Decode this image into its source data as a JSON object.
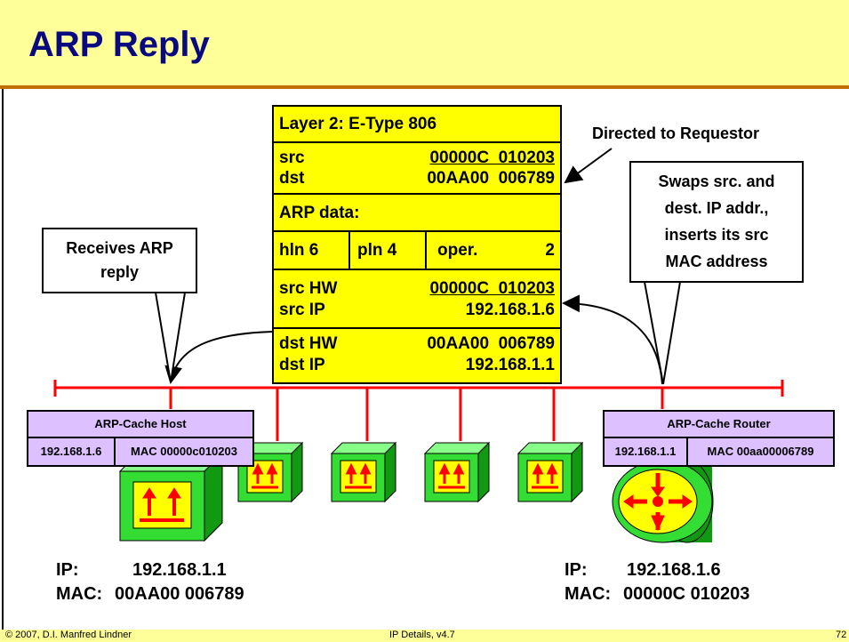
{
  "slide": {
    "title": "ARP Reply",
    "footer_left": "© 2007, D.I. Manfred Lindner",
    "footer_center": "IP Details, v4.7",
    "page_number": "72"
  },
  "packet": {
    "layer2": "Layer 2: E-Type 806",
    "src_label": "src",
    "src_value": "00000C  010203",
    "dst_label": "dst",
    "dst_value": "00AA00  006789",
    "arp_data": "ARP data:",
    "hln": "hln 6",
    "pln": "pln 4",
    "oper_label": "oper.",
    "oper_value": "2",
    "src_hw_label": "src HW",
    "src_hw_value": "00000C  010203",
    "src_ip_label": "src IP",
    "src_ip_value": "192.168.1.6",
    "dst_hw_label": "dst HW",
    "dst_hw_value": "00AA00  006789",
    "dst_ip_label": "dst IP",
    "dst_ip_value": "192.168.1.1"
  },
  "annotations": {
    "directed": "Directed to Requestor",
    "receives_line1": "Receives ARP",
    "receives_line2": "reply",
    "swaps_line1": "Swaps src. and",
    "swaps_line2": "dest. IP addr.,",
    "swaps_line3": "inserts its src",
    "swaps_line4": "MAC address"
  },
  "cache_host": {
    "title": "ARP-Cache Host",
    "ip": "192.168.1.6",
    "mac": "MAC 00000c010203"
  },
  "cache_router": {
    "title": "ARP-Cache Router",
    "ip": "192.168.1.1",
    "mac": "MAC 00aa00006789"
  },
  "host": {
    "ip_label": "IP:",
    "ip_value": "192.168.1.1",
    "mac_label": "MAC:",
    "mac_value": "00AA00 006789"
  },
  "router": {
    "ip_label": "IP:",
    "ip_value": "192.168.1.6",
    "mac_label": "MAC:",
    "mac_value": "00000C 010203"
  },
  "colors": {
    "title": "#0a0a80",
    "title_bg": "#ffff99",
    "packet": "#ffff00",
    "cache": "#ddc0ff",
    "bus": "#ff0000",
    "device": "#33dd33"
  }
}
